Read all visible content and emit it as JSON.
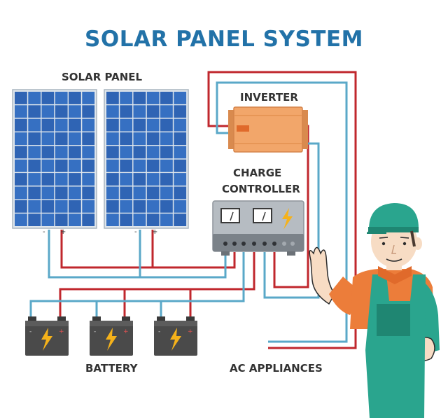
{
  "title": "SOLAR PANEL SYSTEM",
  "labels": {
    "solar_panel": "SOLAR PANEL",
    "inverter": "INVERTER",
    "charge_controller_line1": "CHARGE",
    "charge_controller_line2": "CONTROLLER",
    "battery": "BATTERY",
    "ac_appliances": "AC APPLIANCES"
  },
  "terminals": {
    "negative": "-",
    "positive": "+"
  },
  "colors": {
    "title": "#2272a8",
    "wire_positive": "#c0272d",
    "wire_negative": "#5aa8c8",
    "panel_cell": "#2f64b4",
    "inverter": "#f2a66a",
    "battery_body": "#4a4a4a",
    "bolt": "#f5b21a",
    "worker_green": "#2aa58e",
    "worker_shirt": "#ec7d3a"
  },
  "icons": {
    "bolt": "lightning-bolt-icon",
    "gauge": "gauge-icon"
  }
}
